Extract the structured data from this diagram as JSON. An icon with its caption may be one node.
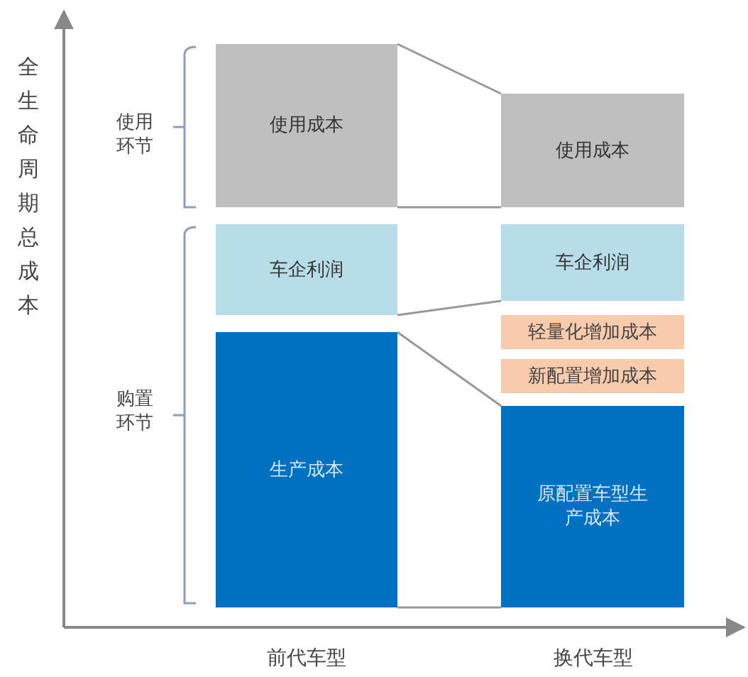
{
  "diagram": {
    "nodes": [
      {
        "text": [
          "使用成本"
        ]
      },
      {
        "text": [
          "车企利润"
        ]
      },
      {
        "text": [
          "生产成本"
        ]
      },
      {
        "text": [
          "使用成本"
        ]
      },
      {
        "text": [
          "车企利润"
        ]
      },
      {
        "text": [
          "轻量化增加成本"
        ]
      },
      {
        "text": [
          "新配置增加成本"
        ]
      },
      {
        "text": [
          "原配置车型生产成本"
        ]
      }
    ],
    "edges": [
      {
        "from": 0,
        "to": 3,
        "arrow": "none"
      },
      {
        "from": 0,
        "to": 3,
        "arrow": "none"
      },
      {
        "from": 1,
        "to": 4,
        "arrow": "none"
      },
      {
        "from": 2,
        "to": 7,
        "arrow": "none"
      },
      {
        "from": 2,
        "to": 7,
        "arrow": "none"
      }
    ],
    "labels": [
      "全生命周期总成本",
      "使用环节",
      "购置环节",
      "前代车型",
      "换代车型"
    ]
  }
}
